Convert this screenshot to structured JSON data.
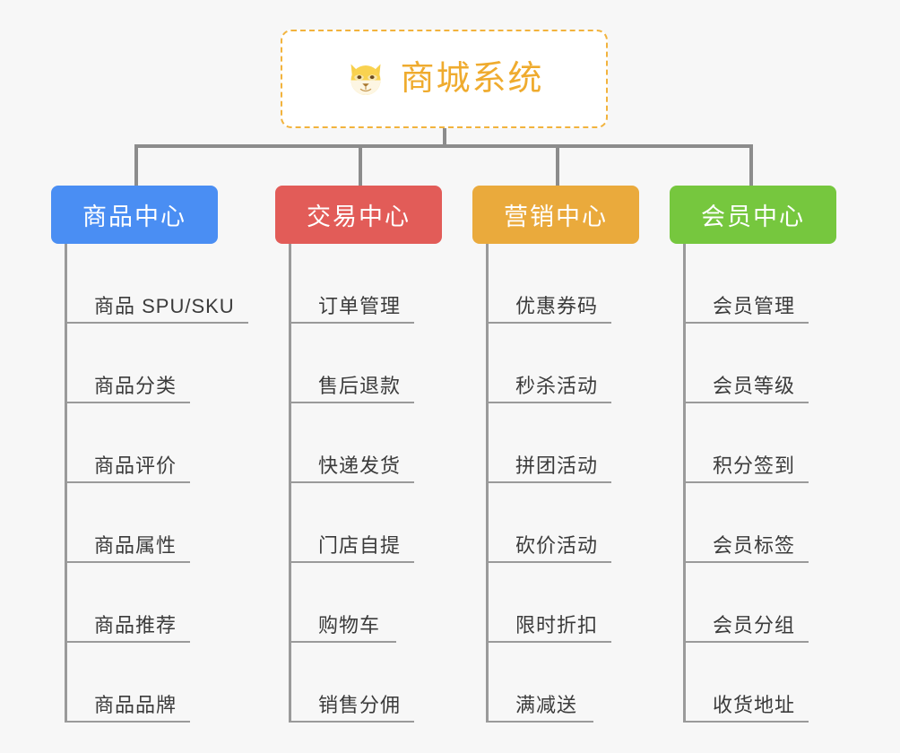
{
  "page": {
    "background_color": "#f7f7f7",
    "line_color": "#8c8c8c"
  },
  "root": {
    "title": "商城系统",
    "icon": "shiba-dog-face-icon",
    "text_color": "#efab2e",
    "border_color": "#f2b33d",
    "background_color": "#ffffff"
  },
  "categories": [
    {
      "label": "商品中心",
      "color": "#4a8ef3",
      "items": [
        "商品 SPU/SKU",
        "商品分类",
        "商品评价",
        "商品属性",
        "商品推荐",
        "商品品牌"
      ]
    },
    {
      "label": "交易中心",
      "color": "#e25c58",
      "items": [
        "订单管理",
        "售后退款",
        "快递发货",
        "门店自提",
        "购物车",
        "销售分佣"
      ]
    },
    {
      "label": "营销中心",
      "color": "#eaaa3c",
      "items": [
        "优惠券码",
        "秒杀活动",
        "拼团活动",
        "砍价活动",
        "限时折扣",
        "满减送"
      ]
    },
    {
      "label": "会员中心",
      "color": "#76c73e",
      "items": [
        "会员管理",
        "会员等级",
        "积分签到",
        "会员标签",
        "会员分组",
        "收货地址"
      ]
    }
  ]
}
